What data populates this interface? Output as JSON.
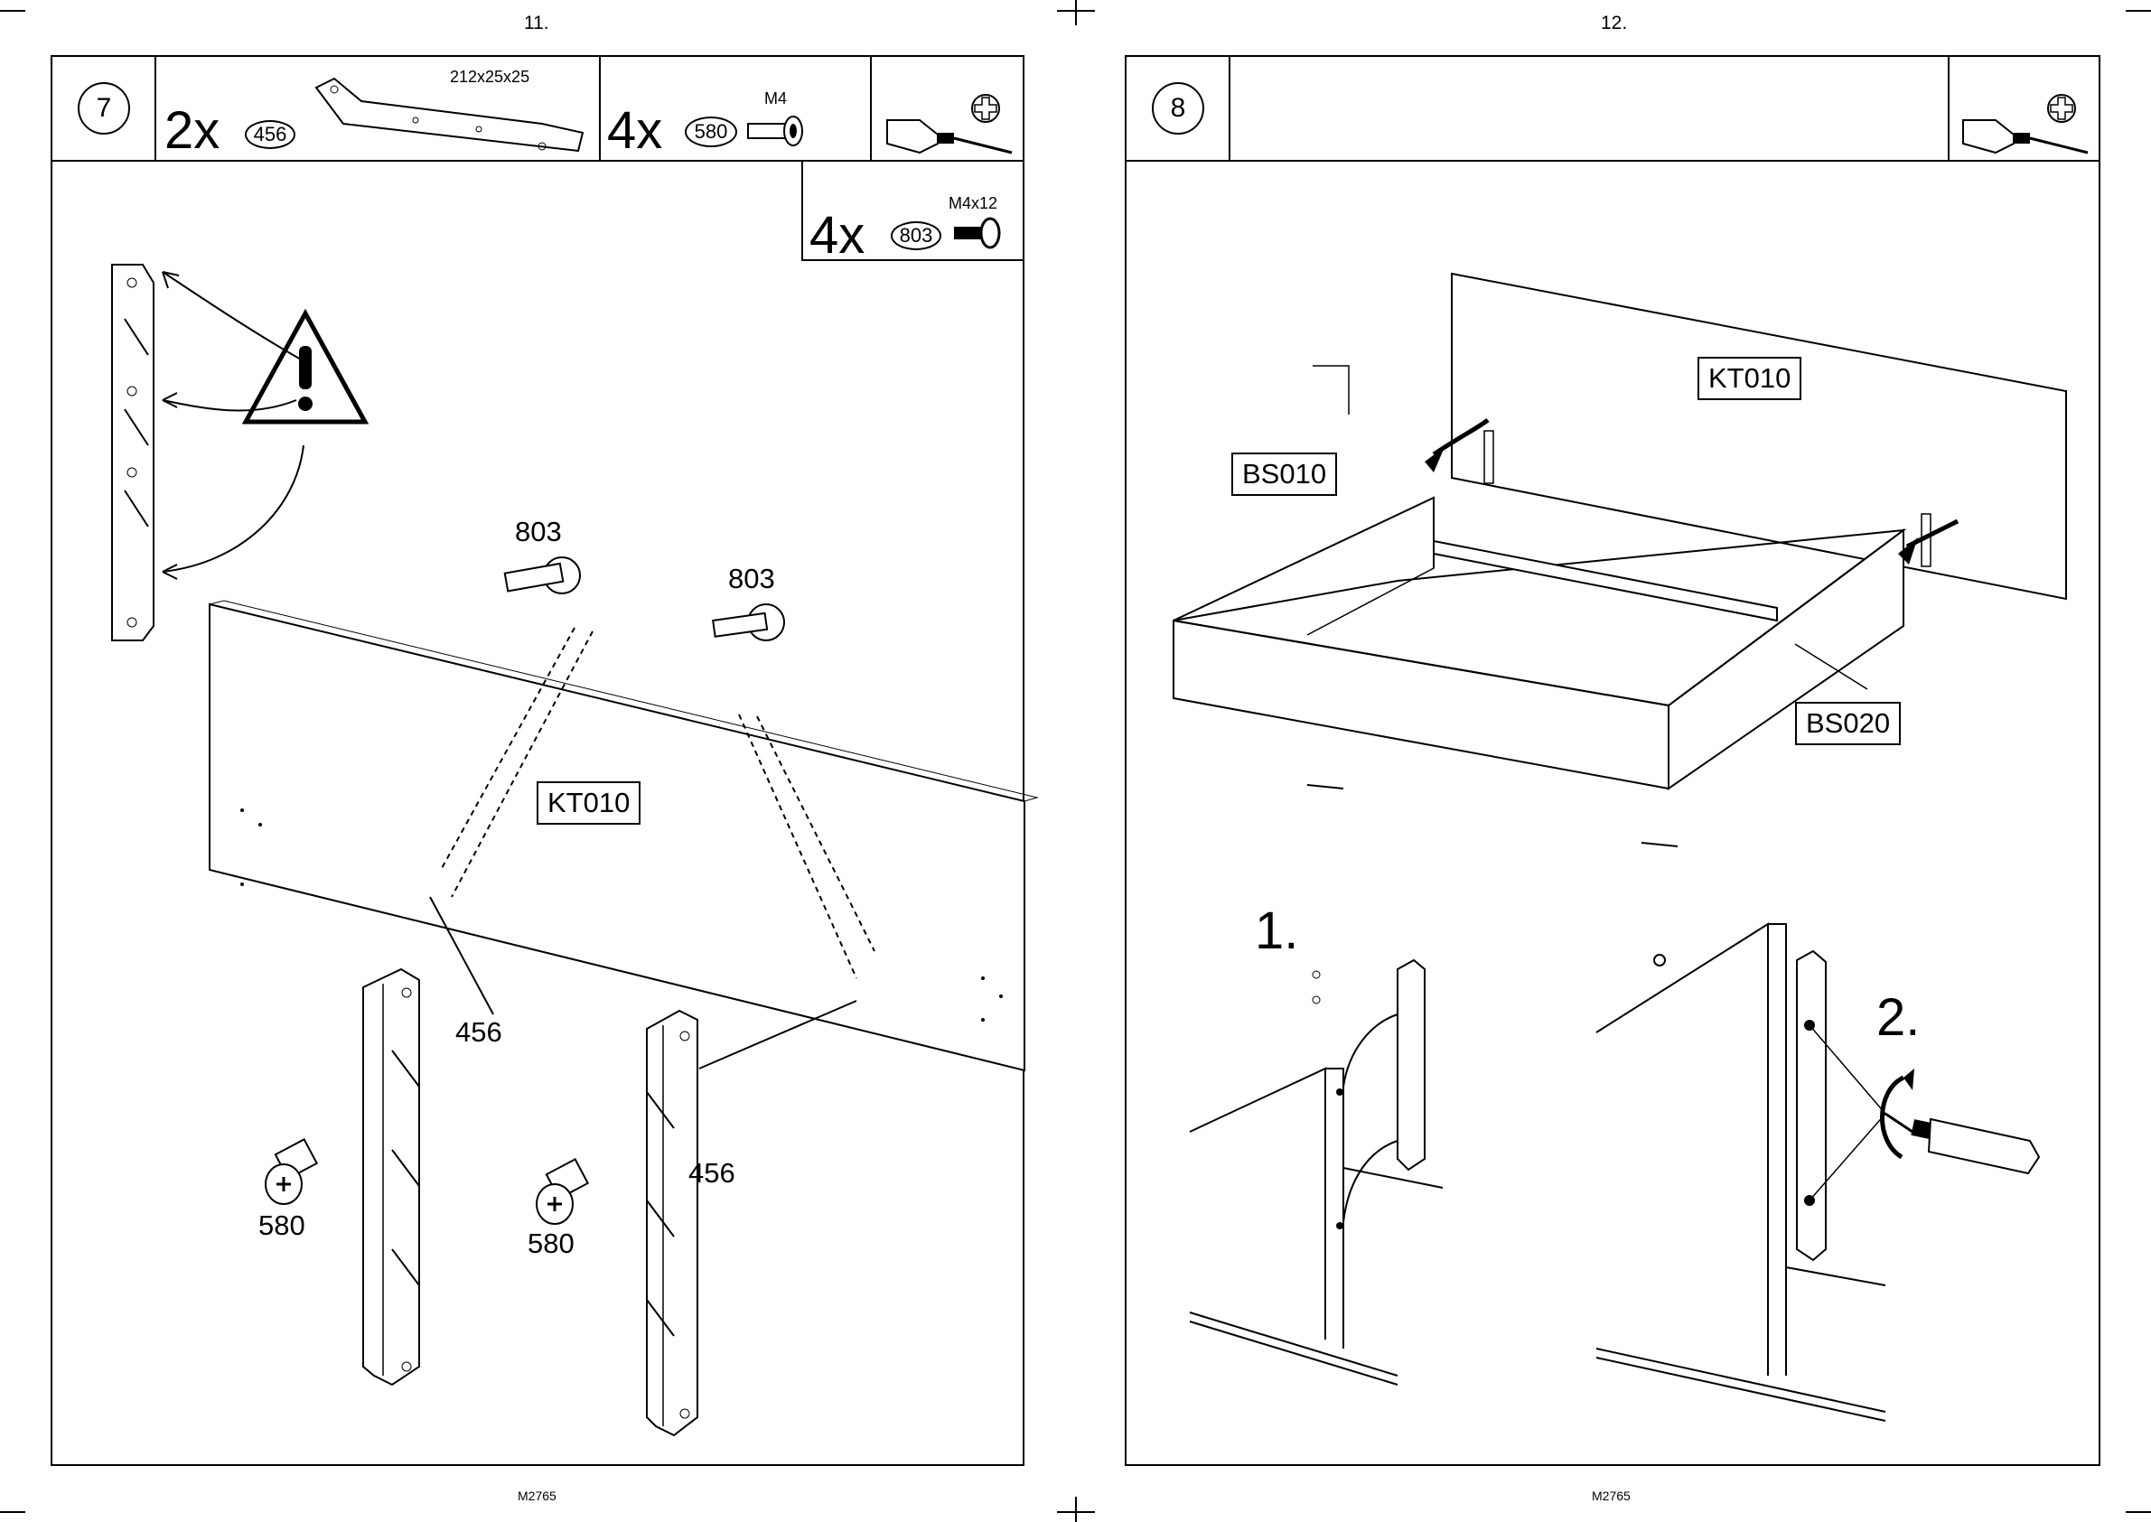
{
  "pages": [
    {
      "page_number": "11.",
      "step": "7",
      "parts": [
        {
          "qty": "2x",
          "part": "456",
          "dimension": "212x25x25"
        },
        {
          "qty": "4x",
          "part": "580",
          "dimension": "M4"
        },
        {
          "qty": "4x",
          "part": "803",
          "dimension": "M4x12"
        }
      ],
      "tool_icons": [
        "screwdriver-icon",
        "phillips-head-icon"
      ],
      "panel_label": "KT010",
      "callouts": [
        "803",
        "803",
        "456",
        "456",
        "580",
        "580"
      ],
      "warning_icon": "warning-triangle-icon",
      "doc_code": "M2765"
    },
    {
      "page_number": "12.",
      "step": "8",
      "tool_icons": [
        "screwdriver-icon",
        "phillips-head-icon"
      ],
      "panel_labels": [
        "KT010",
        "BS010",
        "BS020"
      ],
      "substeps": [
        "1.",
        "2."
      ],
      "doc_code": "M2765"
    }
  ]
}
